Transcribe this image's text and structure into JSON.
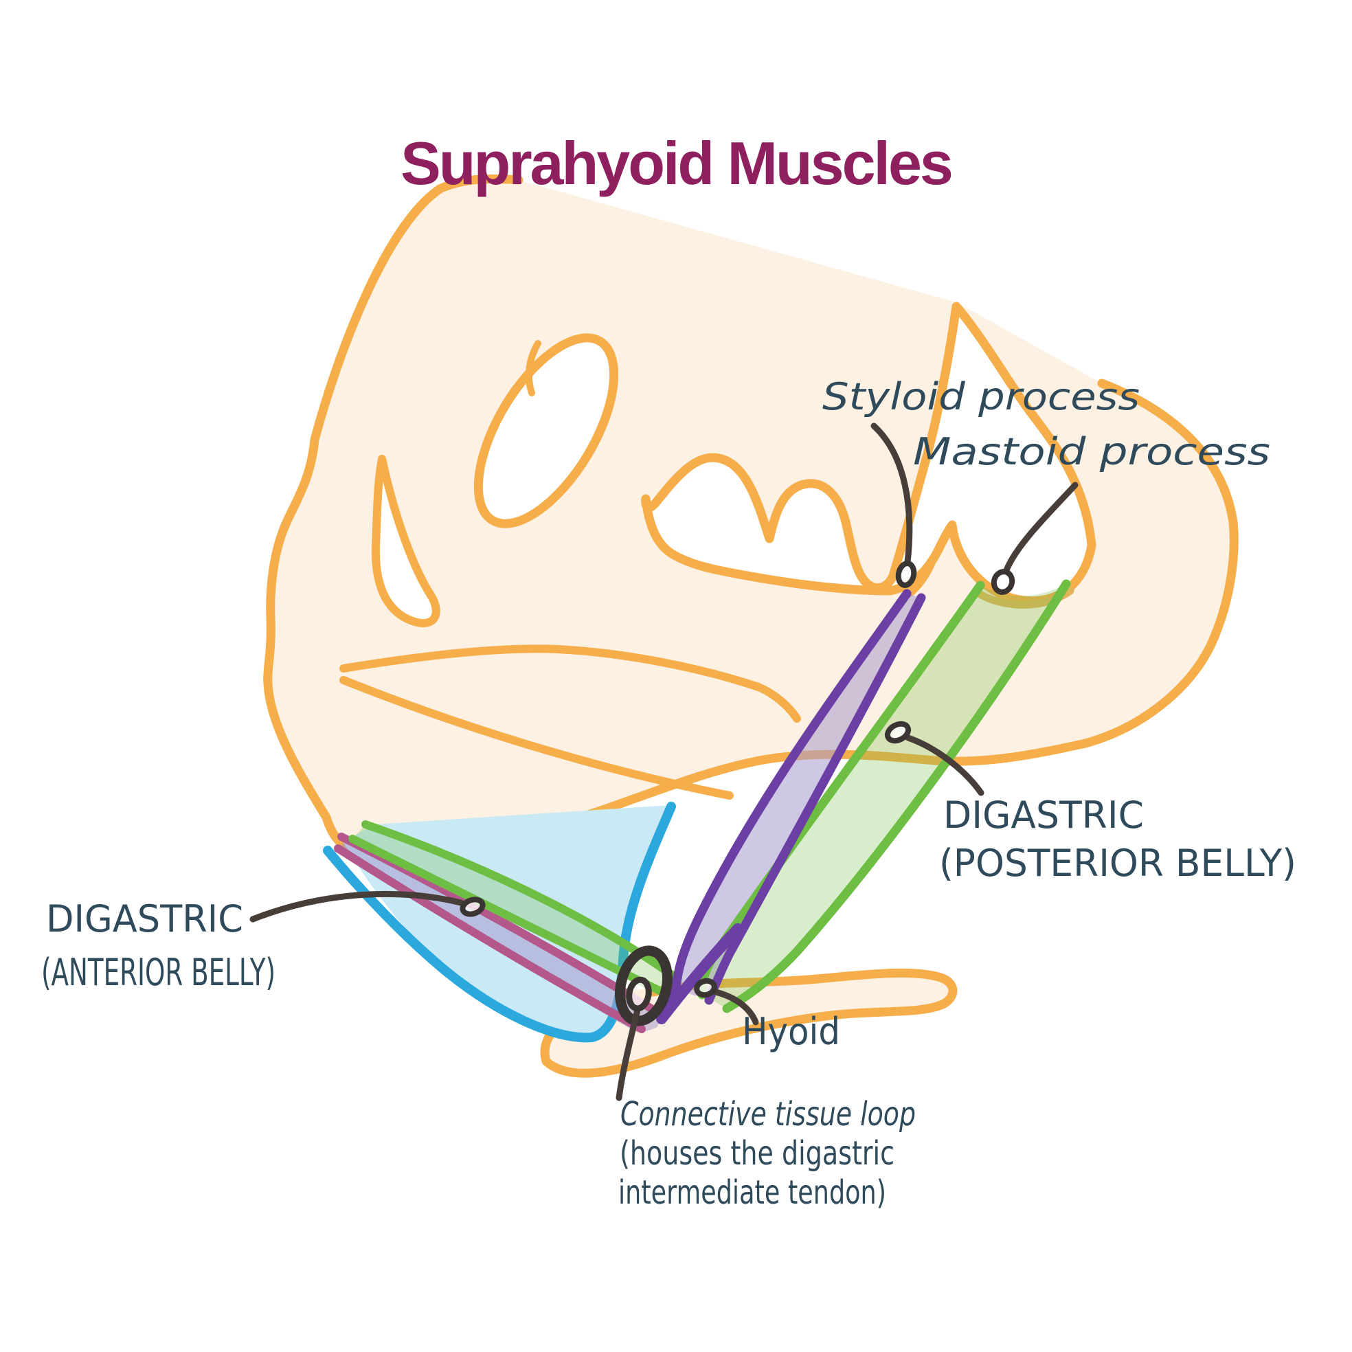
{
  "title": {
    "text": "Suprahyoid Muscles",
    "color": "#8E2060"
  },
  "labels": {
    "styloid_process": {
      "text": "Styloid process"
    },
    "mastoid_process": {
      "text": "Mastoid process"
    },
    "digastric_posterior": {
      "line1": "DIGASTRIC",
      "line2": "(POSTERIOR BELLY)"
    },
    "digastric_anterior": {
      "line1": "DIGASTRIC",
      "line2": "(ANTERIOR BELLY)"
    },
    "hyoid": {
      "text": "Hyoid"
    },
    "connective_loop": {
      "line1": "Connective tissue loop",
      "line2": "(houses the digastric",
      "line3": "intermediate tendon)"
    }
  },
  "colors": {
    "title-color": "#8E2060",
    "ink": "#2E4A5B",
    "skull-stroke": "#F6AE4B",
    "skull-fill": "#FCF1E2",
    "mylohyoid-stroke": "#2BA9DD",
    "mylohyoid-fill": "#C9E9F5",
    "digastric-stroke": "#6FBE44",
    "digastric-fill": "rgba(111,190,68,0.28)",
    "stylohyoid-stroke": "#6B3FA3",
    "lavender-fill": "rgba(167,155,205,0.55)",
    "magenta-stroke": "#B4578B",
    "tan-stroke": "#E2B45A",
    "loop-stroke": "#3A3533",
    "leader-stroke": "#473E39",
    "marker-fill": "rgba(255,255,255,0.8)"
  }
}
